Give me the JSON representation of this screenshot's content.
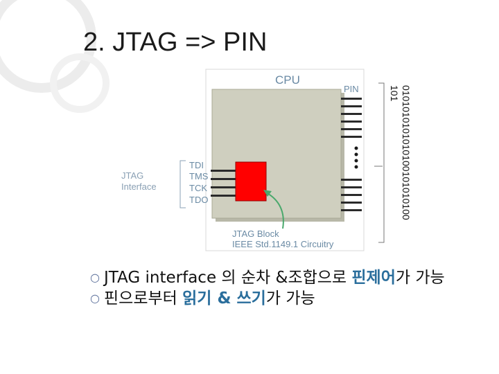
{
  "slide": {
    "title": "2. JTAG => PIN",
    "diagram": {
      "cpu_label": "CPU",
      "pin_label": "PIN",
      "jtag_interface_line1": "JTAG",
      "jtag_interface_line2": "Interface",
      "signals": [
        "TDI",
        "TMS",
        "TCK",
        "TDO"
      ],
      "block_label_line1": "JTAG Block",
      "block_label_line2": "IEEE Std.1149.1 Circuitry",
      "binary_line1": "0101010101010100101010100",
      "binary_line2": "101",
      "colors": {
        "block": "#ff0000",
        "chip": "#c8c8b8",
        "arrow": "#4aa86c",
        "label": "#6a8aa4"
      }
    },
    "bullets": [
      {
        "prefix": "JTAG interface 의 순차 &조합으로 ",
        "highlight": "핀제어",
        "suffix": "가 가능"
      },
      {
        "prefix": "핀으로부터 ",
        "highlight": "읽기 & 쓰기",
        "suffix": "가 가능"
      }
    ]
  }
}
